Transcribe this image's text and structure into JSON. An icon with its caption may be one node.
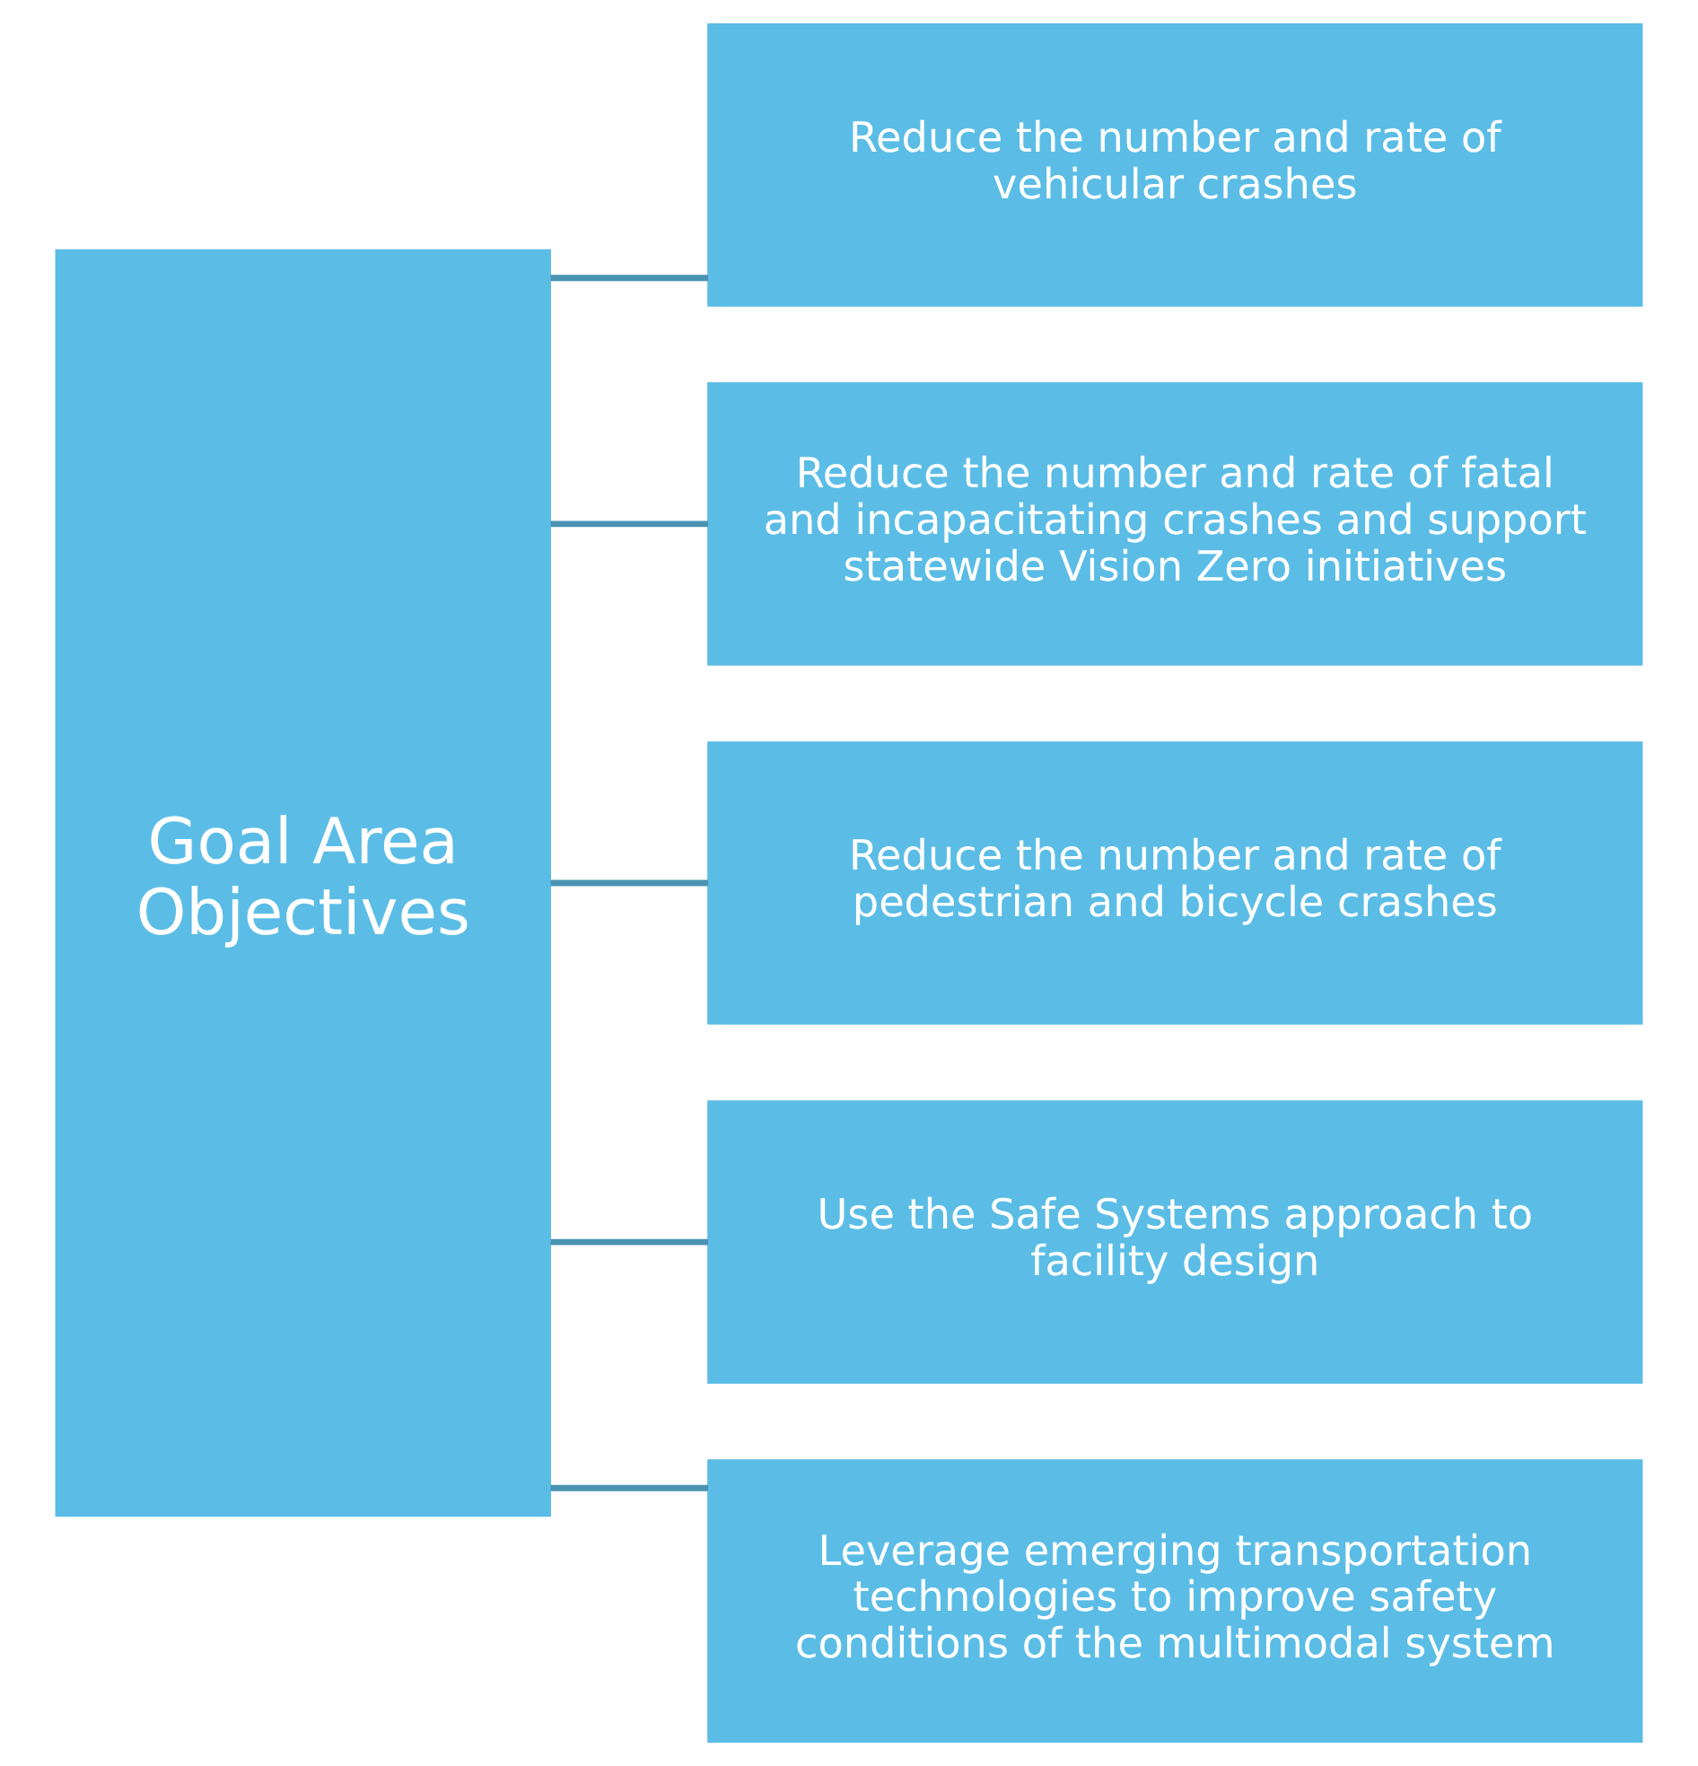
{
  "diagram": {
    "nodes": [
      {
        "text": [
          "Goal Area Objectives"
        ]
      },
      {
        "text": [
          "Reduce the number and rate of vehicular crashes"
        ]
      },
      {
        "text": [
          "Reduce the number and rate of fatal and incapacitating crashes and support statewide Vision Zero initiatives"
        ]
      },
      {
        "text": [
          "Reduce the number and rate of pedestrian and bicycle crashes"
        ]
      },
      {
        "text": [
          "Use the Safe Systems approach to facility design"
        ]
      },
      {
        "text": [
          "Leverage emerging transportation technologies to improve safety conditions of the multimodal system"
        ]
      }
    ],
    "edges": [
      {
        "from": 0,
        "to": 1,
        "arrow": "none"
      },
      {
        "from": 0,
        "to": 2,
        "arrow": "none"
      },
      {
        "from": 0,
        "to": 3,
        "arrow": "none"
      },
      {
        "from": 0,
        "to": 4,
        "arrow": "none"
      },
      {
        "from": 0,
        "to": 5,
        "arrow": "none"
      }
    ]
  }
}
